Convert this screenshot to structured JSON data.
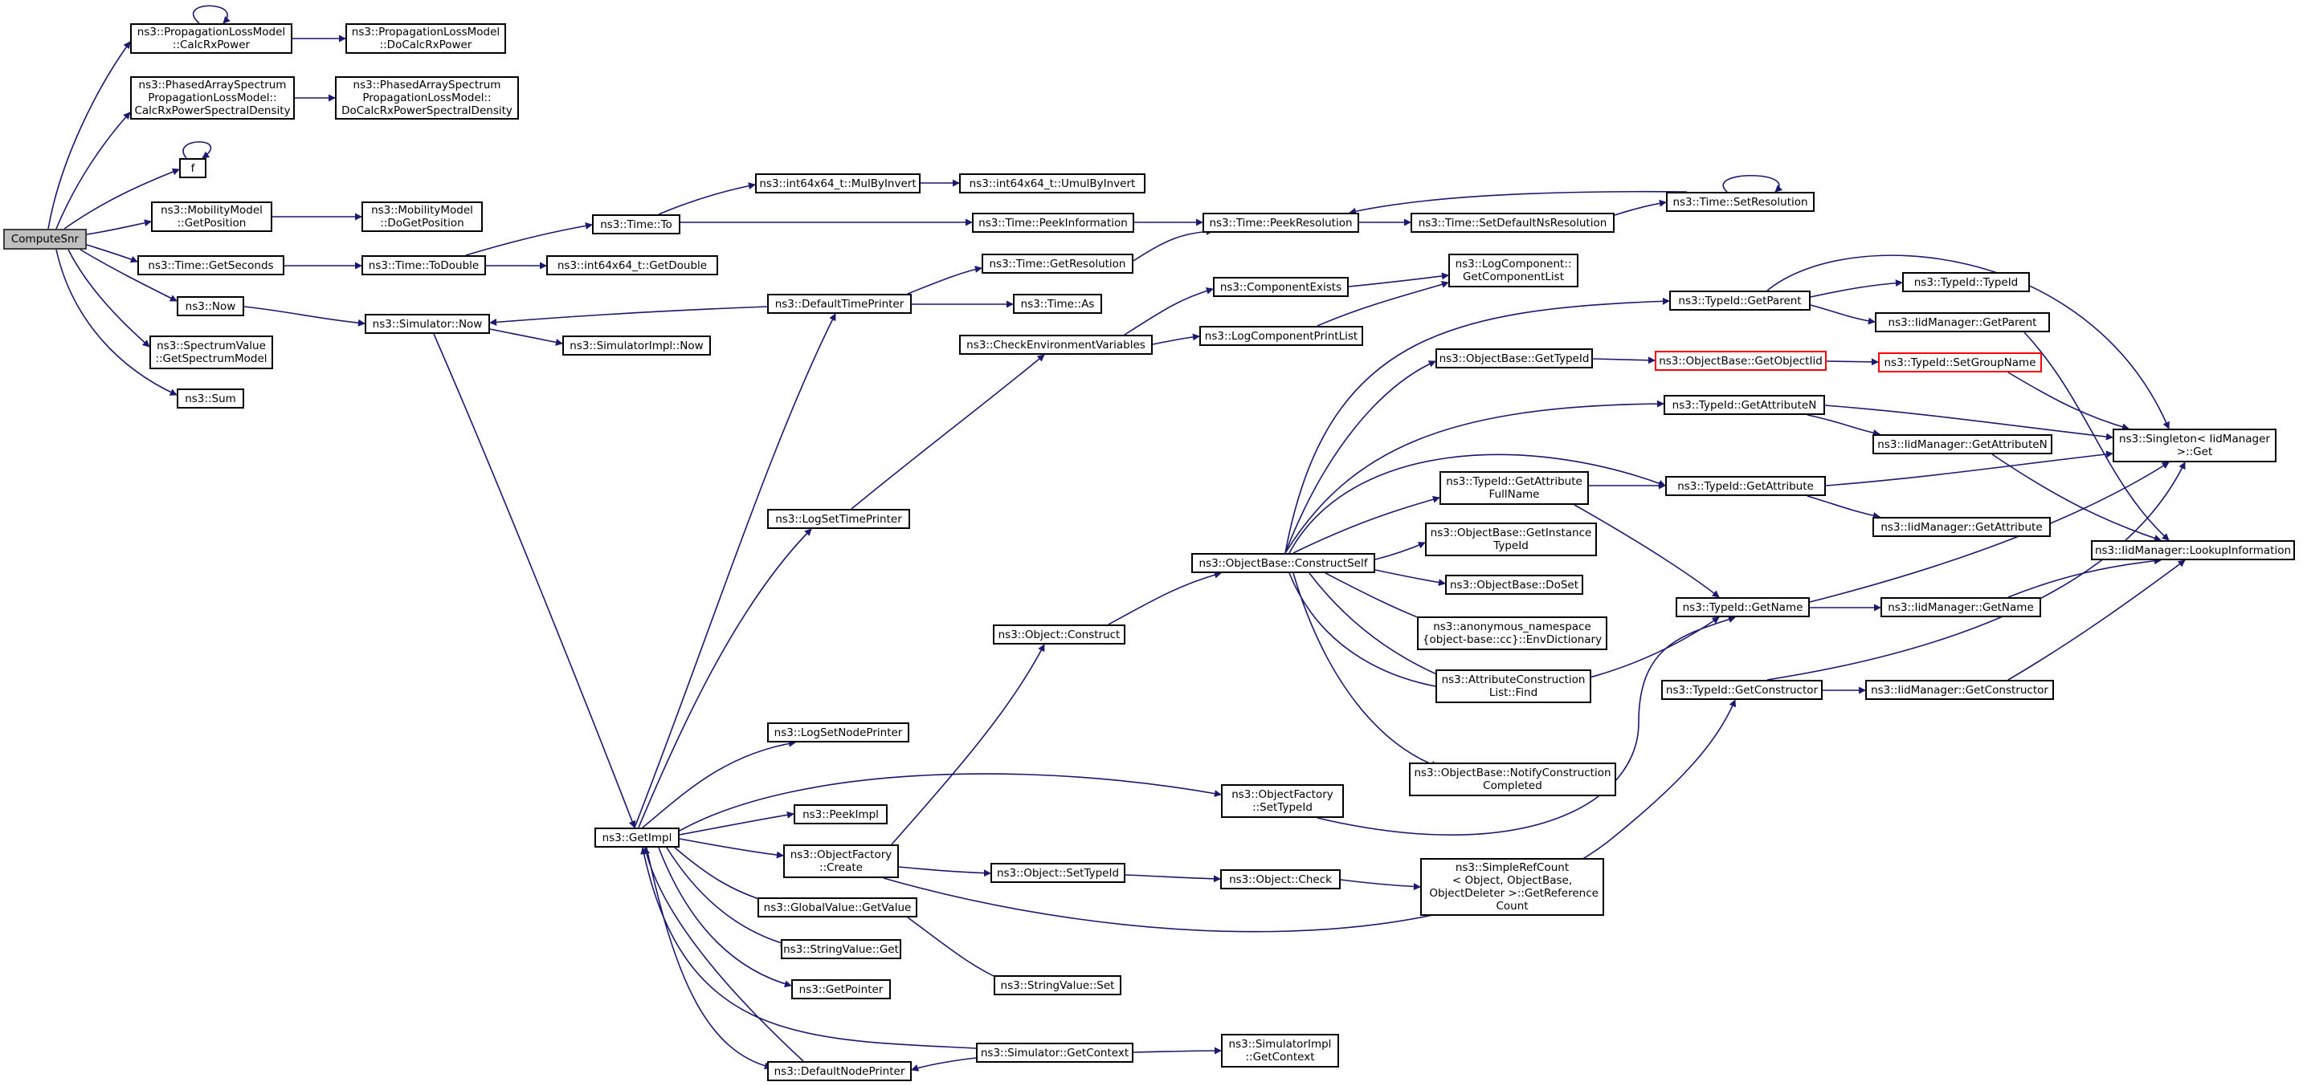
{
  "graph": {
    "edge_color": "#191970",
    "node_border_color": "#000000",
    "root_fill": "#bfbfbf",
    "truncated_border_color": "#ff0000",
    "nodes": {
      "computesnr": "ComputeSnr",
      "calc_rx_power": "ns3::PropagationLossModel\n::CalcRxPower",
      "do_calc_rx_power": "ns3::PropagationLossModel\n::DoCalcRxPower",
      "phased_calc": "ns3::PhasedArraySpectrum\nPropagationLossModel::\nCalcRxPowerSpectralDensity",
      "phased_docalc": "ns3::PhasedArraySpectrum\nPropagationLossModel::\nDoCalcRxPowerSpectralDensity",
      "f": "f",
      "mobility_getpos": "ns3::MobilityModel\n::GetPosition",
      "mobility_dogetpos": "ns3::MobilityModel\n::DoGetPosition",
      "time_getseconds": "ns3::Time::GetSeconds",
      "time_todouble": "ns3::Time::ToDouble",
      "int64_getdouble": "ns3::int64x64_t::GetDouble",
      "time_to": "ns3::Time::To",
      "int64_mulbyinvert": "ns3::int64x64_t::MulByInvert",
      "int64_umulbyinvert": "ns3::int64x64_t::UmulByInvert",
      "time_peekinformation": "ns3::Time::PeekInformation",
      "time_peekresolution": "ns3::Time::PeekResolution",
      "time_setdefaultnsres": "ns3::Time::SetDefaultNsResolution",
      "time_setresolution": "ns3::Time::SetResolution",
      "ns3_now": "ns3::Now",
      "simulator_now": "ns3::Simulator::Now",
      "simulatorimpl_now": "ns3::SimulatorImpl::Now",
      "default_time_printer": "ns3::DefaultTimePrinter",
      "time_getresolution": "ns3::Time::GetResolution",
      "time_as": "ns3::Time::As",
      "spectrum_value_getmodel": "ns3::SpectrumValue\n::GetSpectrumModel",
      "ns3_sum": "ns3::Sum",
      "component_exists": "ns3::ComponentExists",
      "logcomponent_getlist": "ns3::LogComponent::\nGetComponentList",
      "check_env_vars": "ns3::CheckEnvironmentVariables",
      "log_component_printlist": "ns3::LogComponentPrintList",
      "typeid_getparent": "ns3::TypeId::GetParent",
      "typeid_typeid": "ns3::TypeId::TypeId",
      "iidmanager_getparent": "ns3::IidManager::GetParent",
      "objectbase_gettypeid": "ns3::ObjectBase::GetTypeId",
      "objectbase_getobjectiid": "ns3::ObjectBase::GetObjectIid",
      "typeid_setgroupname": "ns3::TypeId::SetGroupName",
      "typeid_getattributen": "ns3::TypeId::GetAttributeN",
      "singleton_get": "ns3::Singleton< IidManager\n>::Get",
      "iidmanager_getattributen": "ns3::IidManager::GetAttributeN",
      "typeid_getattributefullname": "ns3::TypeId::GetAttribute\nFullName",
      "typeid_getattribute": "ns3::TypeId::GetAttribute",
      "iidmanager_getattribute": "ns3::IidManager::GetAttribute",
      "log_set_time_printer": "ns3::LogSetTimePrinter",
      "objectbase_constructself": "ns3::ObjectBase::ConstructSelf",
      "objectbase_getinstancetypeid": "ns3::ObjectBase::GetInstance\nTypeId",
      "iidmanager_lookupinformation": "ns3::IidManager::LookupInformation",
      "objectbase_doset": "ns3::ObjectBase::DoSet",
      "typeid_getname": "ns3::TypeId::GetName",
      "iidmanager_getname": "ns3::IidManager::GetName",
      "object_construct": "ns3::Object::Construct",
      "env_dictionary": "ns3::anonymous_namespace\n{object-base::cc}::EnvDictionary",
      "attribute_construction_find": "ns3::AttributeConstruction\nList::Find",
      "typeid_getconstructor": "ns3::TypeId::GetConstructor",
      "iidmanager_getconstructor": "ns3::IidManager::GetConstructor",
      "log_set_node_printer": "ns3::LogSetNodePrinter",
      "objectbase_notifyconstructioncompleted": "ns3::ObjectBase::NotifyConstruction\nCompleted",
      "objectfactory_settypeid": "ns3::ObjectFactory\n::SetTypeId",
      "peek_impl": "ns3::PeekImpl",
      "get_impl": "ns3::GetImpl",
      "objectfactory_create": "ns3::ObjectFactory\n::Create",
      "object_settypeid": "ns3::Object::SetTypeId",
      "object_check": "ns3::Object::Check",
      "simplerefcount_getreferencecount": "ns3::SimpleRefCount\n< Object, ObjectBase,\n ObjectDeleter >::GetReference\nCount",
      "globalvalue_getvalue": "ns3::GlobalValue::GetValue",
      "stringvalue_get": "ns3::StringValue::Get",
      "stringvalue_set": "ns3::StringValue::Set",
      "get_pointer": "ns3::GetPointer",
      "simulator_getcontext": "ns3::Simulator::GetContext",
      "simulatorimpl_getcontext": "ns3::SimulatorImpl\n::GetContext",
      "default_node_printer": "ns3::DefaultNodePrinter"
    }
  }
}
